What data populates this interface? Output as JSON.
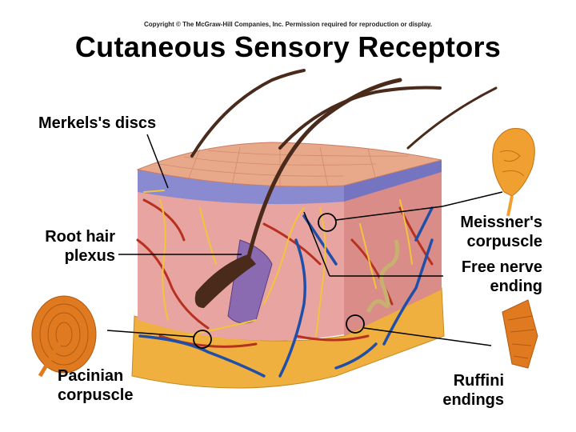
{
  "copyright": "Copyright © The McGraw-Hill Companies, Inc. Permission required for reproduction or display.",
  "title": "Cutaneous Sensory Receptors",
  "labels": {
    "merkels_discs": "Merkels's discs",
    "root_hair_plexus": [
      "Root hair",
      "plexus"
    ],
    "meissners_corpuscle": [
      "Meissner's",
      "corpuscle"
    ],
    "free_nerve_ending": [
      "Free nerve",
      "ending"
    ],
    "pacinian_corpuscle": [
      "Pacinian",
      "corpuscle"
    ],
    "ruffini_endings": [
      "Ruffini",
      "endings"
    ]
  },
  "colors": {
    "epidermis_top": "#e8a98a",
    "dermis": "#e8a4a0",
    "subcutaneous_fat": "#f0b040",
    "nerve": "#f2c43a",
    "artery": "#b8301f",
    "vein": "#1f4fa8",
    "hair": "#4a2a1a"
  }
}
